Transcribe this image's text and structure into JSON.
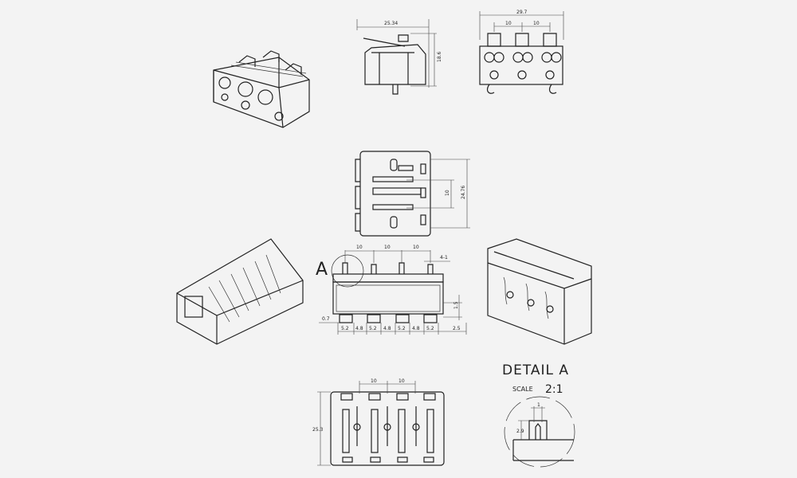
{
  "side_view": {
    "width_dim": "25.34",
    "height_dim": "18.6"
  },
  "front_view": {
    "width_dim": "29.7",
    "pitch_1": "10",
    "pitch_2": "10"
  },
  "top_view": {
    "pitch_dim": "10",
    "height_dim": "24.76"
  },
  "section_view": {
    "detail_marker": "A",
    "pitches": [
      "10",
      "10",
      "10"
    ],
    "pin_dim": "4-1",
    "height_dim": "1.5",
    "offset_dim": "0.7",
    "bottom_dims": [
      "5.2",
      "4.8",
      "5.2",
      "4.8",
      "5.2",
      "4.8",
      "5.2"
    ],
    "edge_dim": "2.5"
  },
  "bottom_view": {
    "height_dim": "25.3",
    "pitch_1": "10",
    "pitch_2": "10"
  },
  "detail": {
    "title": "DETAIL A",
    "scale_label": "SCALE",
    "scale_value": "2:1",
    "height_dim": "2.9",
    "width_dim": "1"
  }
}
